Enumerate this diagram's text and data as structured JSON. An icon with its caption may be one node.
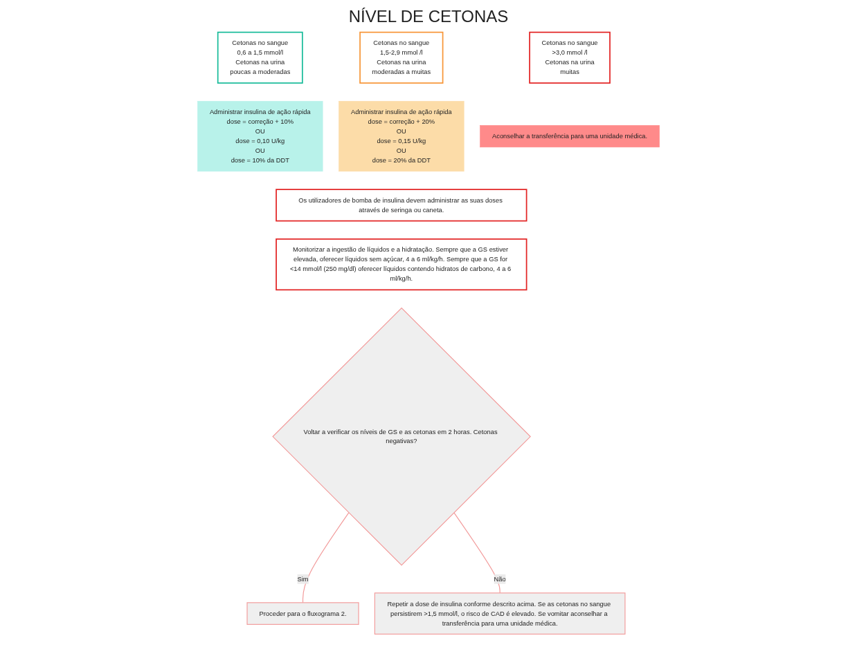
{
  "diagram": {
    "title": "NÍVEL DE CETONAS",
    "nodes": [
      {
        "text": [
          "Cetonas no sangue",
          "0,6 a 1,5 mmol/l",
          "Cetonas na urina",
          "poucas a moderadas"
        ]
      },
      {
        "text": [
          "Cetonas no sangue",
          "1,5-2,9 mmol /l",
          "Cetonas na urina",
          "moderadas a muitas"
        ]
      },
      {
        "text": [
          "Cetonas no sangue",
          ">3,0 mmol /l",
          "Cetonas na urina",
          "muitas"
        ]
      },
      {
        "text": [
          "Administrar insulina de ação rápida",
          "dose = correção + 10%",
          "OU",
          "dose = 0,10 U/kg",
          "OU",
          "dose = 10% da DDT"
        ]
      },
      {
        "text": [
          "Administrar insulina de ação rápida",
          "dose = correção + 20%",
          "OU",
          "dose = 0,15 U/kg",
          "OU",
          "dose = 20% da DDT"
        ]
      },
      {
        "text": [
          "Aconselhar a transferência para uma unidade médica."
        ]
      },
      {
        "text": [
          "Os utilizadores de bomba de insulina devem administrar as suas doses através de seringa ou caneta."
        ]
      },
      {
        "text": [
          "Monitorizar a ingestão de líquidos e a hidratação. Sempre que a GS estiver elevada, oferecer líquidos sem açúcar, 4 a 6 ml/kg/h. Sempre que a GS for <14 mmol/l (250 mg/dl) oferecer líquidos contendo hidratos de carbono, 4 a 6 ml/kg/h."
        ]
      },
      {
        "text": [
          "Voltar a verificar os níveis de GS e as cetonas em 2 horas. Cetonas negativas?"
        ]
      },
      {
        "text": [
          "Proceder para o fluxograma 2."
        ]
      },
      {
        "text": [
          "Repetir a dose de insulina conforme descrito acima. Se as cetonas no sangue persistirem >1,5 mmol/l, o risco de CAD é elevado. Se vomitar aconselhar a transferência para uma unidade médica."
        ]
      }
    ],
    "edges": [
      {
        "from": 8,
        "to": 9,
        "arrow": "none",
        "label": "Sim"
      },
      {
        "from": 8,
        "to": 10,
        "arrow": "none",
        "label": "Não"
      }
    ]
  }
}
